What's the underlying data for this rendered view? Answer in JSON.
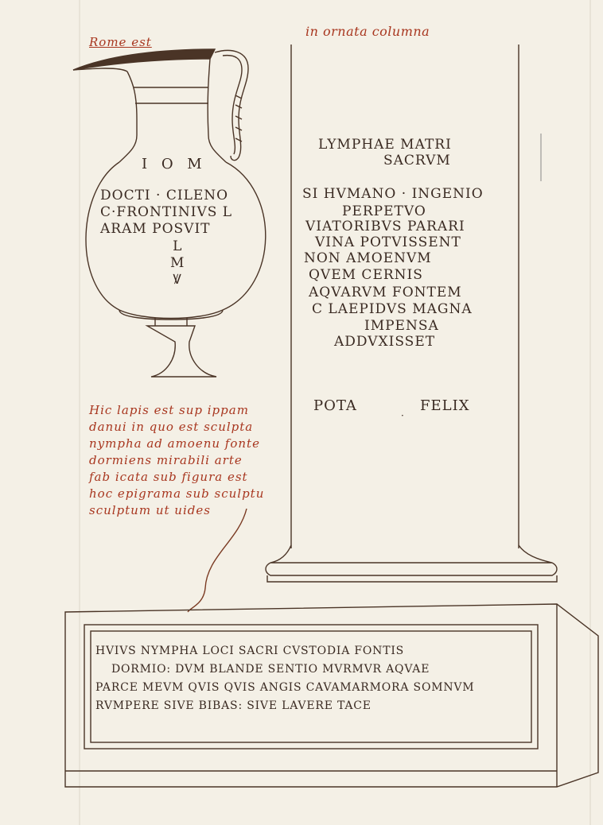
{
  "annotations": {
    "top_left": "Rome   est",
    "top_center": "in ornata columna"
  },
  "vase_inscription": {
    "top": "I O M",
    "lines": [
      "DOCTI · CILENO",
      "C·FRONTINIVS   L",
      "ARAM      POSVIT"
    ],
    "vertical": [
      "L",
      "M",
      "Ꝟ"
    ]
  },
  "column_inscription": {
    "heading": [
      "LYMPHAE      MATRI",
      "SACRVM"
    ],
    "lines": [
      "SI HVMANO  ·  INGENIO",
      "PERPETVO",
      "VIATORIBVS   PARARI",
      "VINA   POTVISSENT",
      "NON     AMOENVM",
      "QVEM    CERNIS",
      "AQVARVM  FONTEM",
      "C LAEPIDVS   MAGNA",
      "IMPENSA",
      "ADDVXISSET"
    ],
    "footer_left": "POTA",
    "footer_right": "FELIX"
  },
  "marginal_note": [
    "Hic lapis est sup ippam",
    "danui in quo est sculpta",
    "nympha ad amoenu fonte",
    "dormiens mirabili arte",
    "fab icata   sub figura est",
    "hoc epigrama sub sculptu",
    "sculptum   ut uides"
  ],
  "base_inscription": [
    "HVIVS NYMPHA LOCI SACRI CVSTODIA FONTIS",
    "DORMIO: DVM BLANDE SENTIO MVRMVR AQVAE",
    "PARCE MEVM QVIS QVIS   ANGIS CAVAMARMORA SOMNVM",
    "RVMPERE SIVE BIBAS: SIVE LAVERE  TACE"
  ]
}
